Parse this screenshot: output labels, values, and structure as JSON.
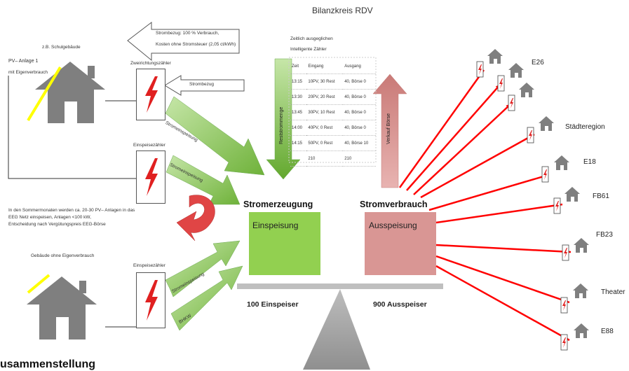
{
  "title": "Bilanzkreis RDV",
  "top_note": {
    "line1": "Strombezug: 100 % Verbrauch,",
    "line2": "Kosten ohne Stromsteuer (2,05 ct/kWh)"
  },
  "building1": {
    "label": "z.B. Schulgebäude",
    "pv1": "PV– Anlage 1",
    "pv2": "mit Eigenverbrauch"
  },
  "meter_labels": {
    "bidirectional": "Zweirichtungszähler",
    "feed1": "Einspeisezähler",
    "feed2": "Einspeisezähler"
  },
  "strombezug_label": "Strombezug",
  "arrow_labels": {
    "a1": "Stromeinspeisung",
    "a2": "Stromeinspeisung",
    "a3": "Stromeinspeisung",
    "a4": "BHKW",
    "reststrom": "Reststrommenge",
    "verkauf": "Verkauf Börse"
  },
  "summer_note": {
    "line1": "In den Sommermonaten werden ca. 20-30 PV– Anlagen in das",
    "line2": "EEG Netz einspeisen, Anlagen <100 kW,",
    "line3": "Entscheidung nach Vergütungspreis EEG-Börse"
  },
  "building2_label": "Gebäude ohne Eigenverbrauch",
  "table": {
    "heading1": "Zeitlich ausgeglichen",
    "heading2": "Intelligente Zähler",
    "headers": [
      "Zeit",
      "Eingang",
      "Ausgang"
    ],
    "rows": [
      [
        "13:15",
        "10PV, 30 Rest",
        "40, Börse 0"
      ],
      [
        "13:30",
        "20PV, 20 Rest",
        "40, Börse 0"
      ],
      [
        "13:45",
        "30PV, 10 Rest",
        "40, Börse 0"
      ],
      [
        "14:00",
        "40PV, 0 Rest",
        "40, Börse 0"
      ],
      [
        "14:15",
        "50PV, 0 Rest",
        "40, Börse 10"
      ],
      [
        "",
        "210",
        "210"
      ]
    ]
  },
  "generation": {
    "heading": "Stromerzeugung",
    "box_label": "Einspeisung",
    "count": "100 Einspeiser",
    "color": "#92d050"
  },
  "consumption": {
    "heading": "Stromverbrauch",
    "box_label": "Ausspeisung",
    "count": "900 Ausspeiser",
    "color": "#d99694"
  },
  "consumers": [
    "E26",
    "Städteregion",
    "E18",
    "FB61",
    "FB23",
    "Theater",
    "E88"
  ],
  "bottom_heading": "usammenstellung"
}
